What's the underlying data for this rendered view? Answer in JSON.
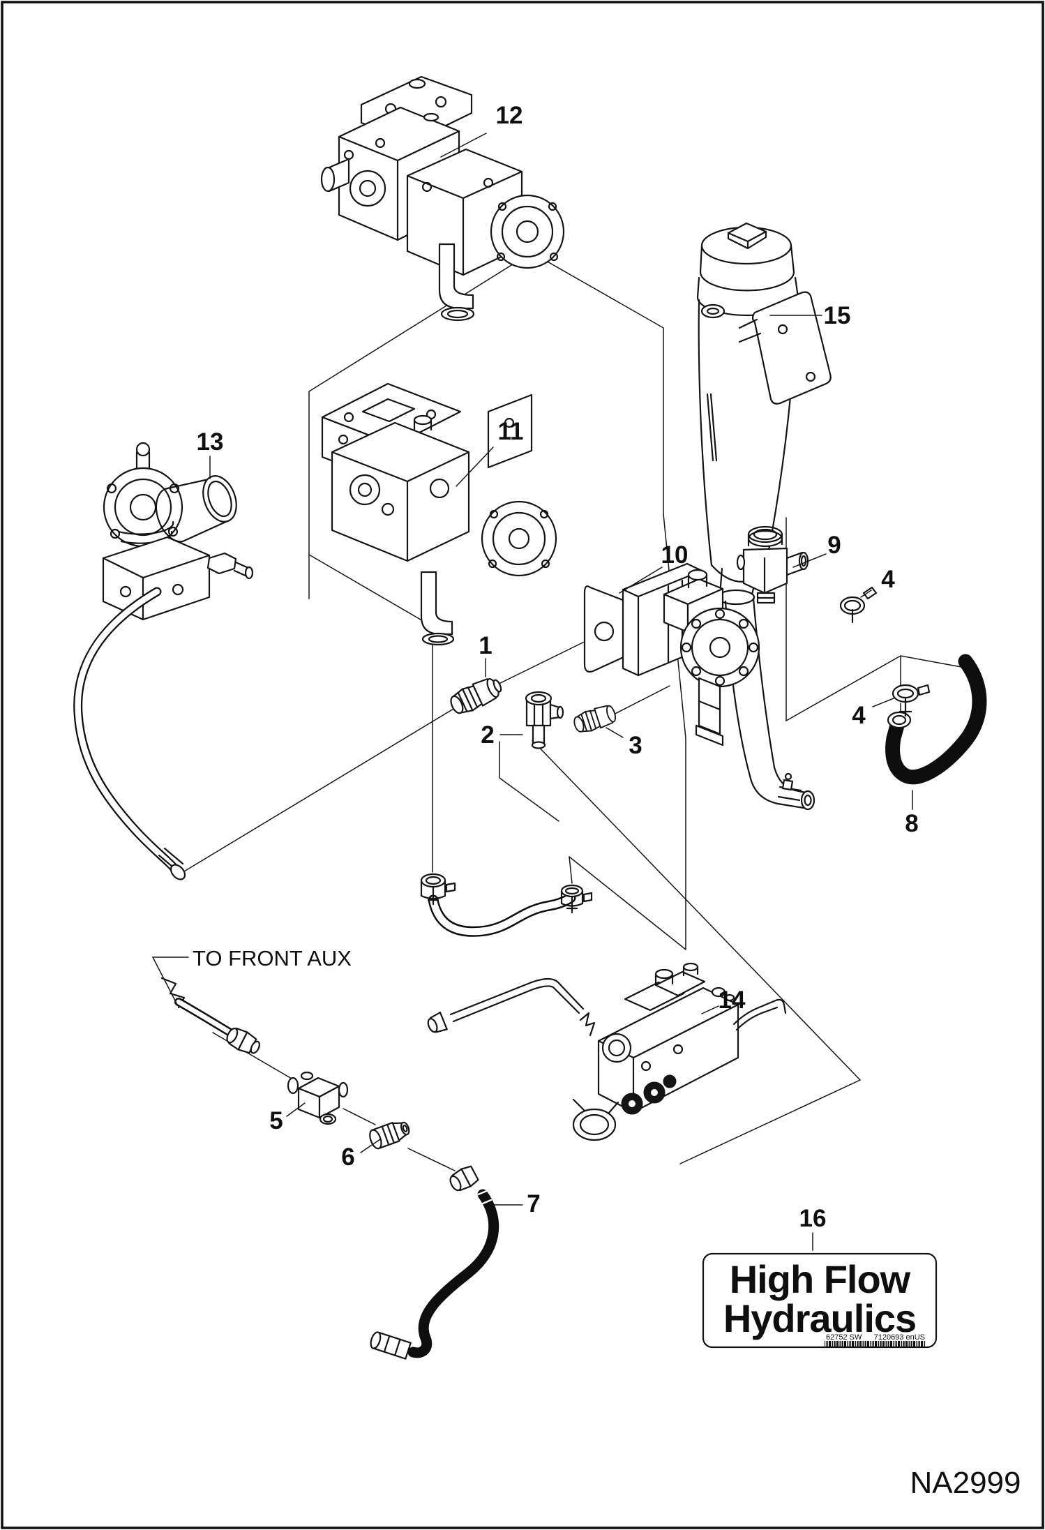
{
  "figure": {
    "drawing_number": "NA2999",
    "annotation_to_front_aux": "TO FRONT AUX"
  },
  "callouts": {
    "c1": {
      "label": "1"
    },
    "c2": {
      "label": "2"
    },
    "c3": {
      "label": "3"
    },
    "c4a": {
      "label": "4"
    },
    "c4b": {
      "label": "4"
    },
    "c5": {
      "label": "5"
    },
    "c6": {
      "label": "6"
    },
    "c7": {
      "label": "7"
    },
    "c8": {
      "label": "8"
    },
    "c9": {
      "label": "9"
    },
    "c10": {
      "label": "10"
    },
    "c11": {
      "label": "11"
    },
    "c12": {
      "label": "12"
    },
    "c13": {
      "label": "13"
    },
    "c14": {
      "label": "14"
    },
    "c15": {
      "label": "15"
    },
    "c16": {
      "label": "16"
    }
  },
  "decal": {
    "line1": "High Flow",
    "line2": "Hydraulics",
    "code_left": "62752 SW",
    "code_right": "7120693 enUS"
  },
  "colors": {
    "ink": "#141414",
    "background": "#ffffff",
    "hose": "#0e0e0e"
  }
}
